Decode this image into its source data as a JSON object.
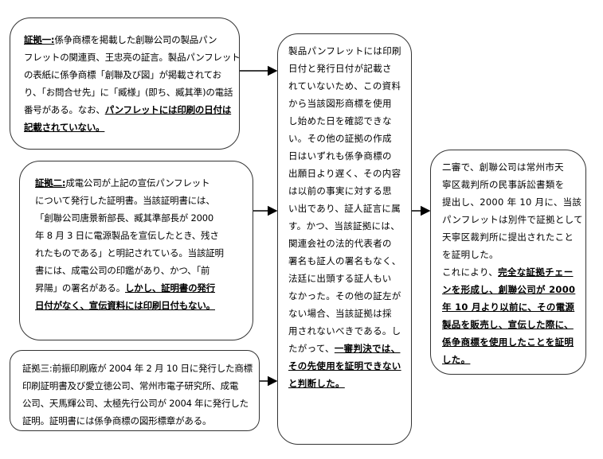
{
  "boxes": [
    {
      "id": "b1",
      "name": "evidence-one-box",
      "lines": [
        [
          {
            "t": "証拠一:",
            "b": true
          },
          {
            "t": "係争商標を掲載した創聯公司の製品パン"
          }
        ],
        [
          {
            "t": "フレットの関連頁、王忠亮の証言。製品パンフレット"
          }
        ],
        [
          {
            "t": "の表紙に係争商標「創聯及び図」が掲載されてお"
          }
        ],
        [
          {
            "t": "り、「お問合せ先」に「臧様」(即ち、臧其準)の電話"
          }
        ],
        [
          {
            "t": "番号がある。なお、"
          },
          {
            "t": "パンフレットには印刷の日付は",
            "b": true
          }
        ],
        [
          {
            "t": "記載されていない。",
            "b": true
          }
        ]
      ]
    },
    {
      "id": "b2",
      "name": "evidence-two-box",
      "lines": [
        [
          {
            "t": "証拠二:",
            "b": true
          },
          {
            "t": "成電公司が上記の宣伝パンフレット"
          }
        ],
        [
          {
            "t": "について発行した証明書。当該証明書には、"
          }
        ],
        [
          {
            "t": "「創聯公司唐景新部長、臧其準部長が 2000"
          }
        ],
        [
          {
            "t": "年 8 月 3 日に電源製品を宣伝したとき、残さ"
          }
        ],
        [
          {
            "t": "れたものである」と明記されている。当該証明"
          }
        ],
        [
          {
            "t": "書には、成電公司の印鑑があり、かつ、「前"
          }
        ],
        [
          {
            "t": "昇陽」の署名がある。"
          },
          {
            "t": "しかし、証明書の発行",
            "b": true
          }
        ],
        [
          {
            "t": "日付がなく、宣伝資料には印刷日付もない。",
            "b": true
          }
        ]
      ]
    },
    {
      "id": "b3",
      "name": "evidence-three-box",
      "lines": [
        [
          {
            "t": "証拠三:前振印刷廠が 2004 年 2 月 10 日に発行した商標"
          }
        ],
        [
          {
            "t": "印刷証明書及び愛立徳公司、常州市電子研究所、成電"
          }
        ],
        [
          {
            "t": "公司、天馬輝公司、太極先行公司が 2004 年に発行した"
          }
        ],
        [
          {
            "t": "証明。証明書には係争商標の図形標章がある。"
          }
        ]
      ]
    },
    {
      "id": "b4",
      "name": "first-instance-ruling-box",
      "lines": [
        [
          {
            "t": "製品パンフレットには印刷"
          }
        ],
        [
          {
            "t": "日付と発行日付が記載さ"
          }
        ],
        [
          {
            "t": "れていないため、この資料"
          }
        ],
        [
          {
            "t": "から当該図形商標を使用"
          }
        ],
        [
          {
            "t": "し始めた日を確認できな"
          }
        ],
        [
          {
            "t": "い。その他の証拠の作成"
          }
        ],
        [
          {
            "t": "日はいずれも係争商標の"
          }
        ],
        [
          {
            "t": "出願日より遅く、その内容"
          }
        ],
        [
          {
            "t": "は以前の事実に対する思"
          }
        ],
        [
          {
            "t": "い出であり、証人証言に属"
          }
        ],
        [
          {
            "t": "す。かつ、当該証拠には、"
          }
        ],
        [
          {
            "t": "関連会社の法的代表者の"
          }
        ],
        [
          {
            "t": "署名も証人の署名もなく、"
          }
        ],
        [
          {
            "t": "法廷に出頭する証人もい"
          }
        ],
        [
          {
            "t": "なかった。その他の証左が"
          }
        ],
        [
          {
            "t": "ない場合、当該証拠は採"
          }
        ],
        [
          {
            "t": "用されないべきである。し"
          }
        ],
        [
          {
            "t": "たがって、"
          },
          {
            "t": "一審判決では、",
            "b": true
          }
        ],
        [
          {
            "t": "その先使用を証明できない",
            "b": true
          }
        ],
        [
          {
            "t": "と判断した。",
            "b": true
          }
        ]
      ]
    },
    {
      "id": "b5",
      "name": "second-instance-box",
      "lines": [
        [
          {
            "t": "二審で、創聯公司は常州市天"
          }
        ],
        [
          {
            "t": "寧区裁判所の民事訴訟書類を"
          }
        ],
        [
          {
            "t": "提出し、2000 年 10 月に、当該"
          }
        ],
        [
          {
            "t": "パンフレットは別件で証拠として"
          }
        ],
        [
          {
            "t": "天寧区裁判所に提出されたこと"
          }
        ],
        [
          {
            "t": "を証明した。"
          }
        ],
        [
          {
            "t": "これにより、"
          },
          {
            "t": "完全な証拠チェー",
            "b": true
          }
        ],
        [
          {
            "t": "ンを形成し、創聯公司が 2000",
            "b": true
          }
        ],
        [
          {
            "t": "年 10 月より以前に、その電源",
            "b": true
          }
        ],
        [
          {
            "t": "製品を販売し、宣伝した際に、",
            "b": true
          }
        ],
        [
          {
            "t": "係争商標を使用したことを証明",
            "b": true
          }
        ],
        [
          {
            "t": "した。",
            "b": true
          }
        ]
      ]
    }
  ]
}
